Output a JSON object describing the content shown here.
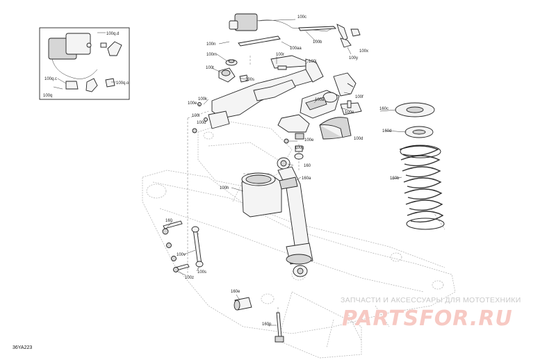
{
  "diagram": {
    "code": "36YA223",
    "watermark": {
      "tagline": "ЗАПЧАСТИ И АКСЕССУАРЫ ДЛЯ МОТОТЕХНИКИ",
      "brand": "PARTSFOR.RU"
    },
    "inset_labels": [
      "100q.d",
      "100q.c",
      "100q.o",
      "100q"
    ],
    "callouts": [
      "100c",
      "100n",
      "100b",
      "100aa",
      "100x",
      "100y",
      "100m",
      "100r",
      "100t",
      "100j",
      "100s",
      "100k",
      "100e",
      "100i",
      "100u",
      "100f",
      "100a",
      "100e",
      "100d",
      "100e",
      "160c",
      "160d",
      "100g",
      "160",
      "160a",
      "160b",
      "100h",
      "160",
      "100v",
      "100z",
      "100s",
      "160e",
      "160p"
    ]
  }
}
